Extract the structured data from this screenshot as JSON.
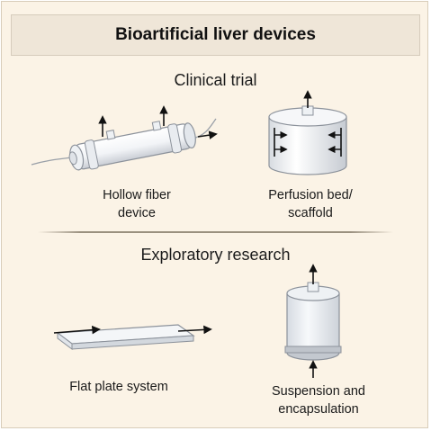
{
  "title": "Bioartificial liver devices",
  "sections": [
    {
      "heading": "Clinical trial",
      "devices": [
        {
          "label_lines": [
            "Hollow fiber",
            "device"
          ],
          "icon": "hollow-fiber-cartridge-icon"
        },
        {
          "label_lines": [
            "Perfusion bed/",
            "scaffold"
          ],
          "icon": "perfusion-bed-cylinder-icon"
        }
      ]
    },
    {
      "heading": "Exploratory research",
      "devices": [
        {
          "label_lines": [
            "Flat plate system"
          ],
          "icon": "flat-plate-icon"
        },
        {
          "label_lines": [
            "Suspension and",
            "encapsulation"
          ],
          "icon": "encapsulation-cylinder-icon"
        }
      ]
    }
  ],
  "colors": {
    "panel_background": "#fbf3e6",
    "header_background": "#efe6d8",
    "text": "#111111",
    "arrow": "#111111"
  }
}
